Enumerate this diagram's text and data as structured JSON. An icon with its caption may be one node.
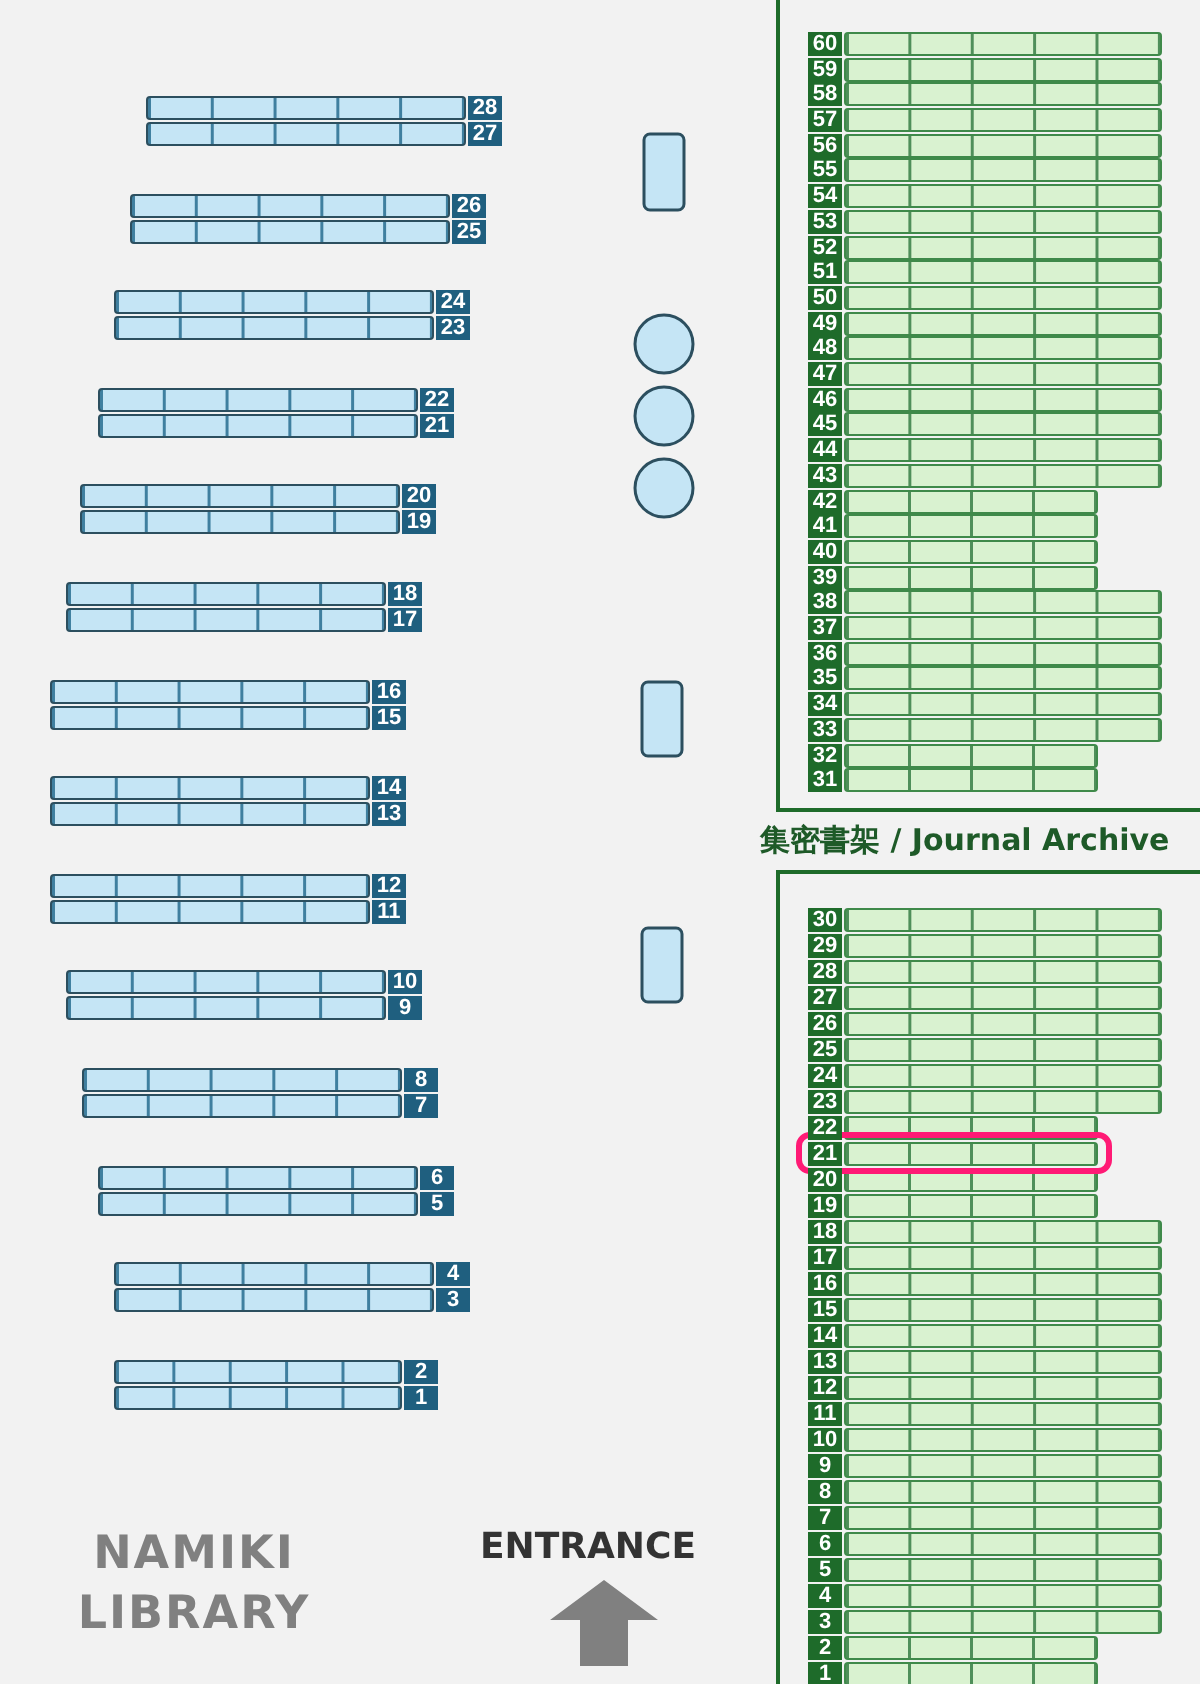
{
  "diagram": {
    "labels": [
      "28",
      "27",
      "26",
      "25",
      "24",
      "23",
      "22",
      "21",
      "20",
      "19",
      "18",
      "17",
      "16",
      "15",
      "14",
      "13",
      "12",
      "11",
      "10",
      "9",
      "8",
      "7",
      "6",
      "5",
      "4",
      "3",
      "2",
      "1",
      "60",
      "59",
      "58",
      "57",
      "56",
      "55",
      "54",
      "53",
      "52",
      "51",
      "50",
      "49",
      "48",
      "47",
      "46",
      "45",
      "44",
      "43",
      "42",
      "41",
      "40",
      "39",
      "38",
      "37",
      "36",
      "35",
      "34",
      "33",
      "32",
      "31",
      "集密書架 / Journal Archive",
      "30",
      "29",
      "28",
      "27",
      "26",
      "25",
      "24",
      "23",
      "22",
      "21",
      "20",
      "19",
      "18",
      "17",
      "16",
      "15",
      "14",
      "13",
      "12",
      "11",
      "10",
      "9",
      "8",
      "7",
      "6",
      "5",
      "4",
      "3",
      "2",
      "1",
      "NAMIKI LIBRARY",
      "ENTRANCE"
    ]
  }
}
